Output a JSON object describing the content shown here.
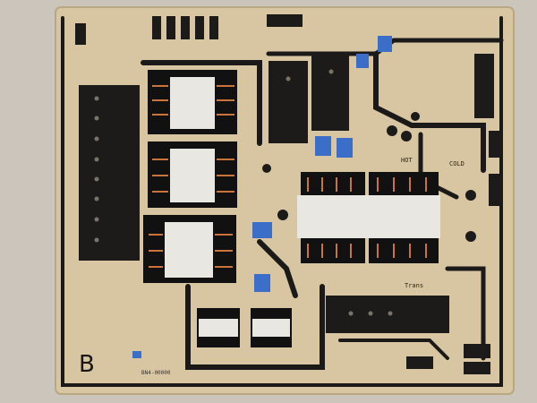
{
  "board": {
    "silkscreen": {
      "hot_label": "HOT",
      "cold_label": "COLD",
      "board_letter": "B",
      "bottom_code": "BN4-00000",
      "right_code": "Trans"
    },
    "colors": {
      "pcb": "#d8c6a2",
      "pcb_shadow": "#c4b08c",
      "solder_mask_trace": "#1c1a18",
      "transformer_core": "#111111",
      "transformer_label": "#e9e7e2",
      "copper_winding": "#c8743a",
      "capacitor_blue": "#3a6ec8",
      "heatsink": "#1d1b1a"
    }
  }
}
